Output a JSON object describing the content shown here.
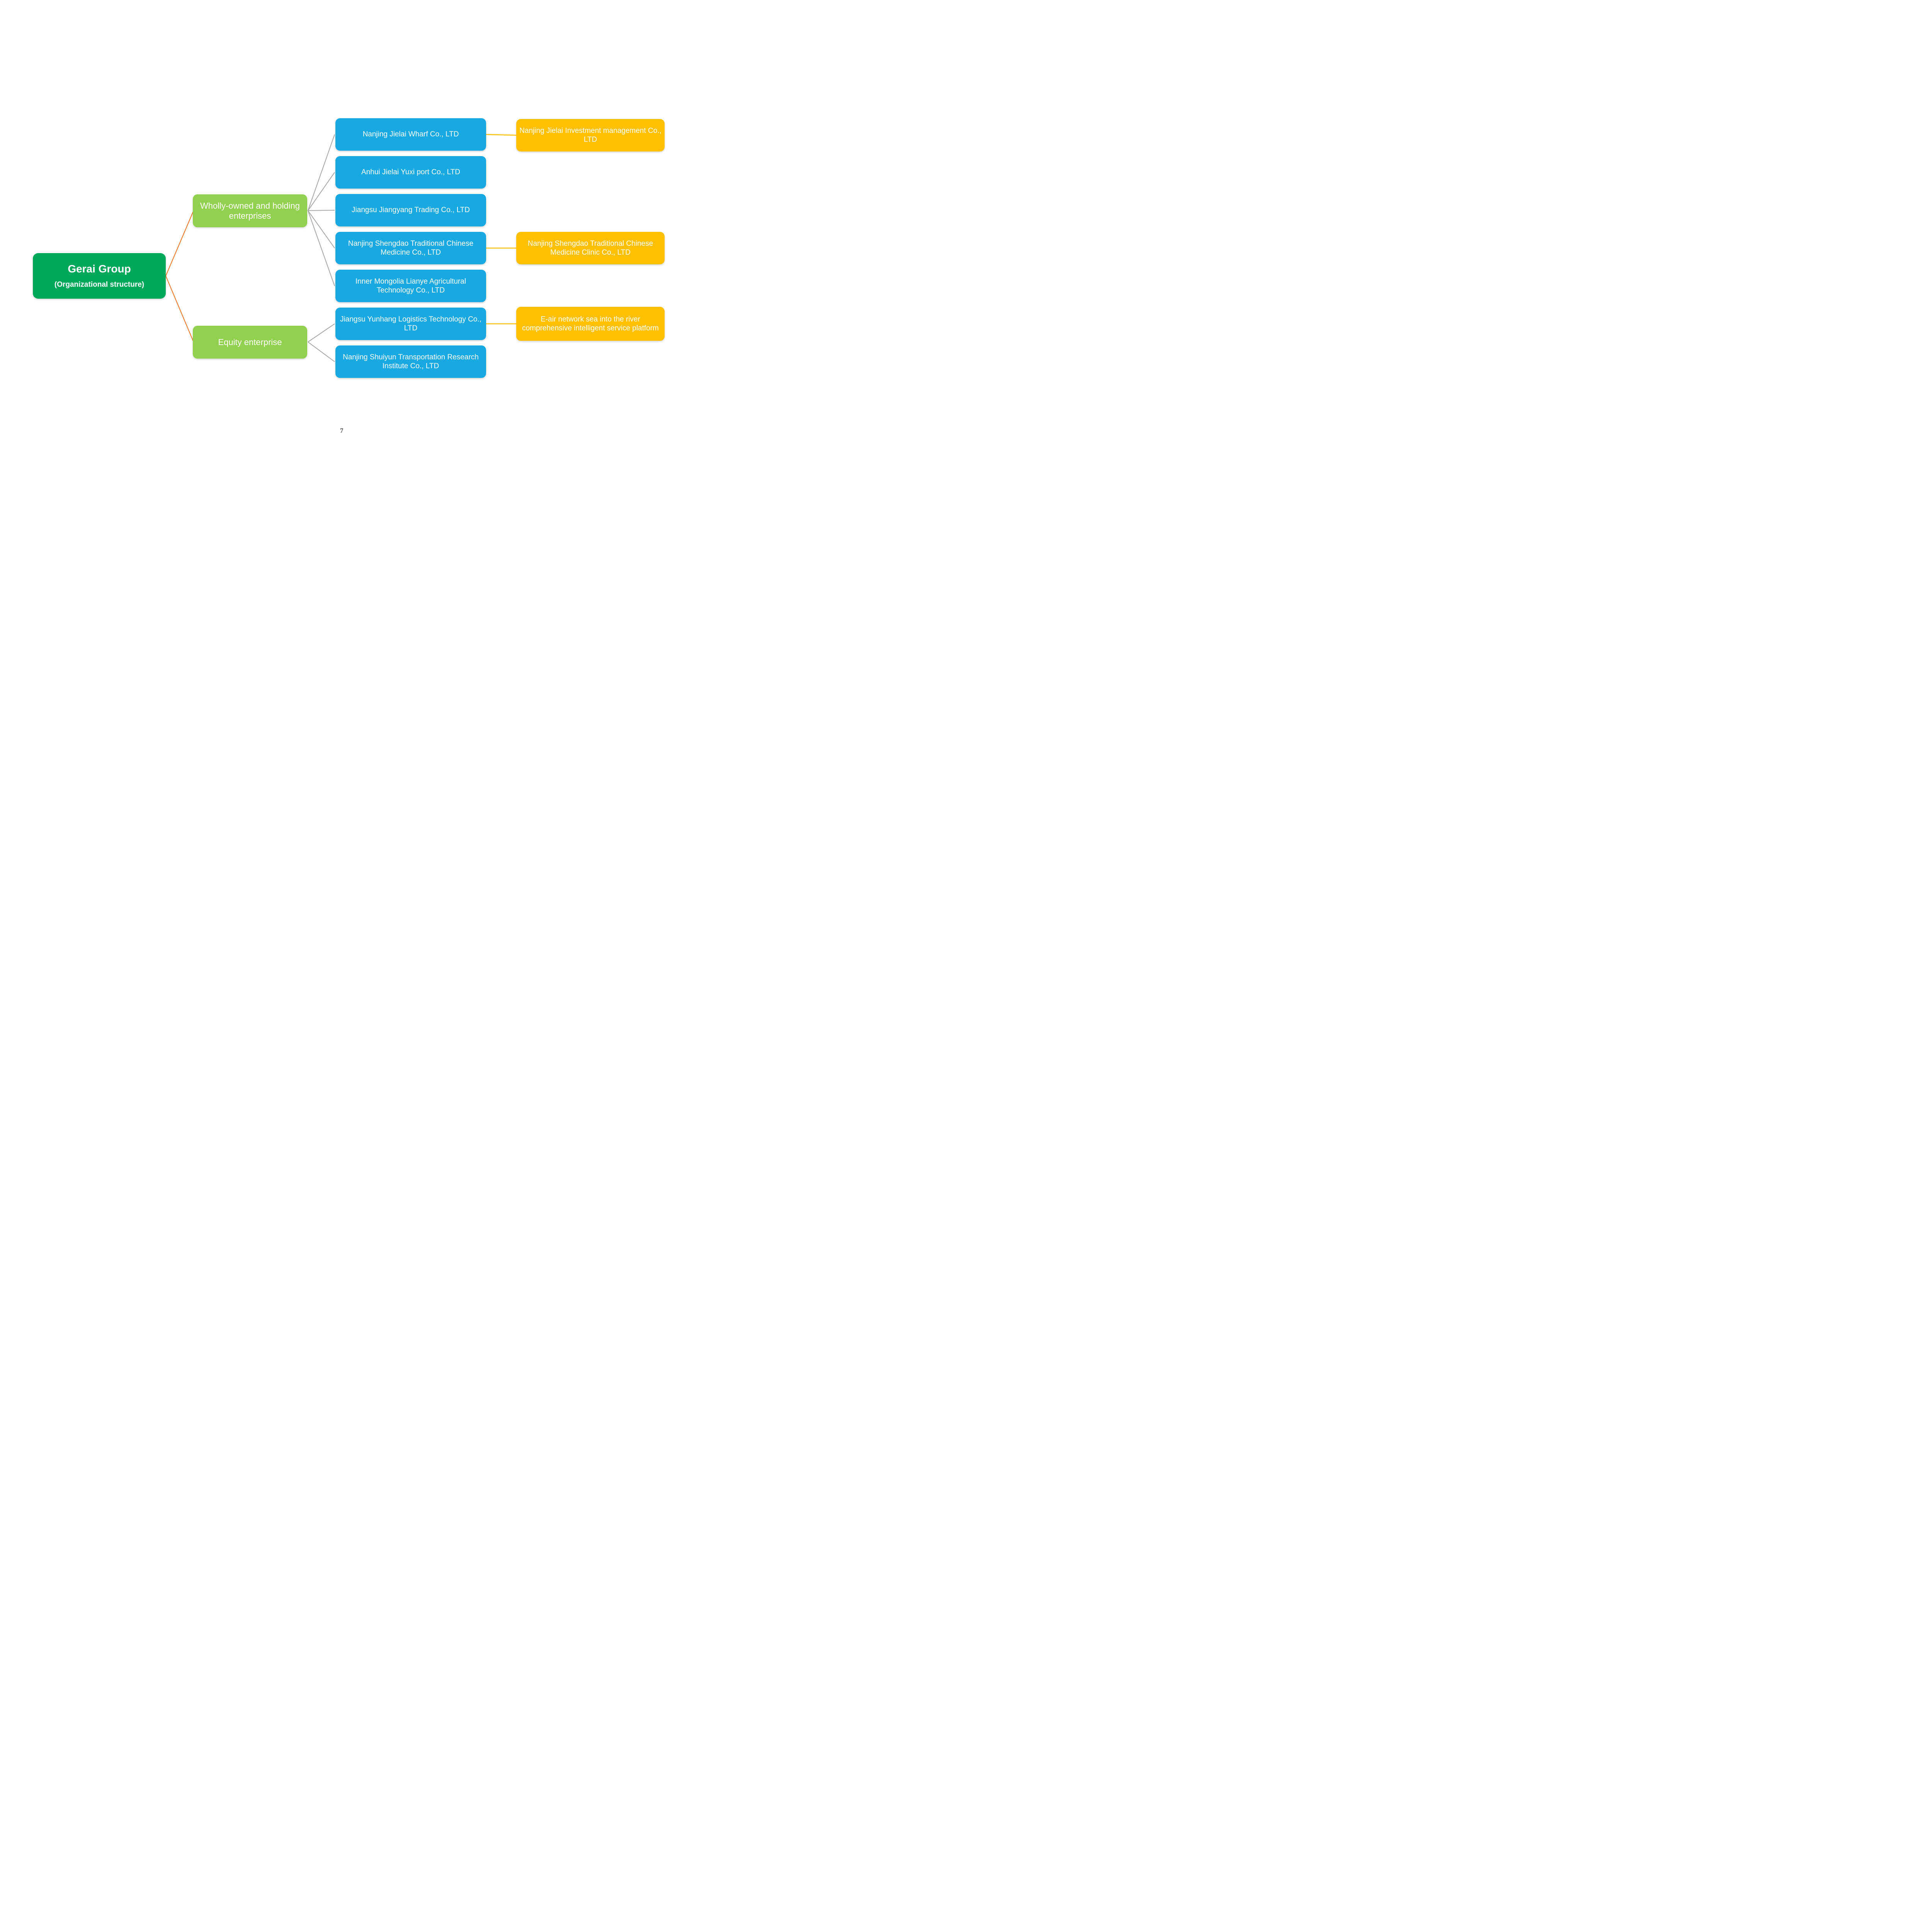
{
  "root": {
    "title": "Gerai Group",
    "subtitle": "(Organizational structure)"
  },
  "branches": [
    {
      "label": "Wholly-owned and holding enterprises"
    },
    {
      "label": "Equity enterprise"
    }
  ],
  "companies": [
    {
      "label": "Nanjing Jielai Wharf Co., LTD"
    },
    {
      "label": "Anhui Jielai Yuxi port Co., LTD"
    },
    {
      "label": "Jiangsu Jiangyang Trading Co., LTD"
    },
    {
      "label": "Nanjing Shengdao Traditional Chinese Medicine Co., LTD"
    },
    {
      "label": "Inner Mongolia Lianye Agricultural Technology Co., LTD"
    },
    {
      "label": "Jiangsu Yunhang Logistics Technology Co., LTD"
    },
    {
      "label": "Nanjing Shuiyun Transportation Research Institute Co., LTD"
    }
  ],
  "subsidiaries": [
    {
      "label": "Nanjing Jielai Investment management Co., LTD"
    },
    {
      "label": "Nanjing Shengdao Traditional Chinese Medicine Clinic Co., LTD"
    },
    {
      "label": "E-air network sea into the river comprehensive intelligent service platform"
    }
  ],
  "page_number": "7",
  "colors": {
    "root_green": "#00A85B",
    "branch_green": "#92D050",
    "company_blue": "#18A8E2",
    "subsidiary_amber": "#FFC000",
    "edge_orange": "#ED7D31",
    "edge_gray": "#A6A6A6",
    "edge_amber": "#FFC000"
  }
}
